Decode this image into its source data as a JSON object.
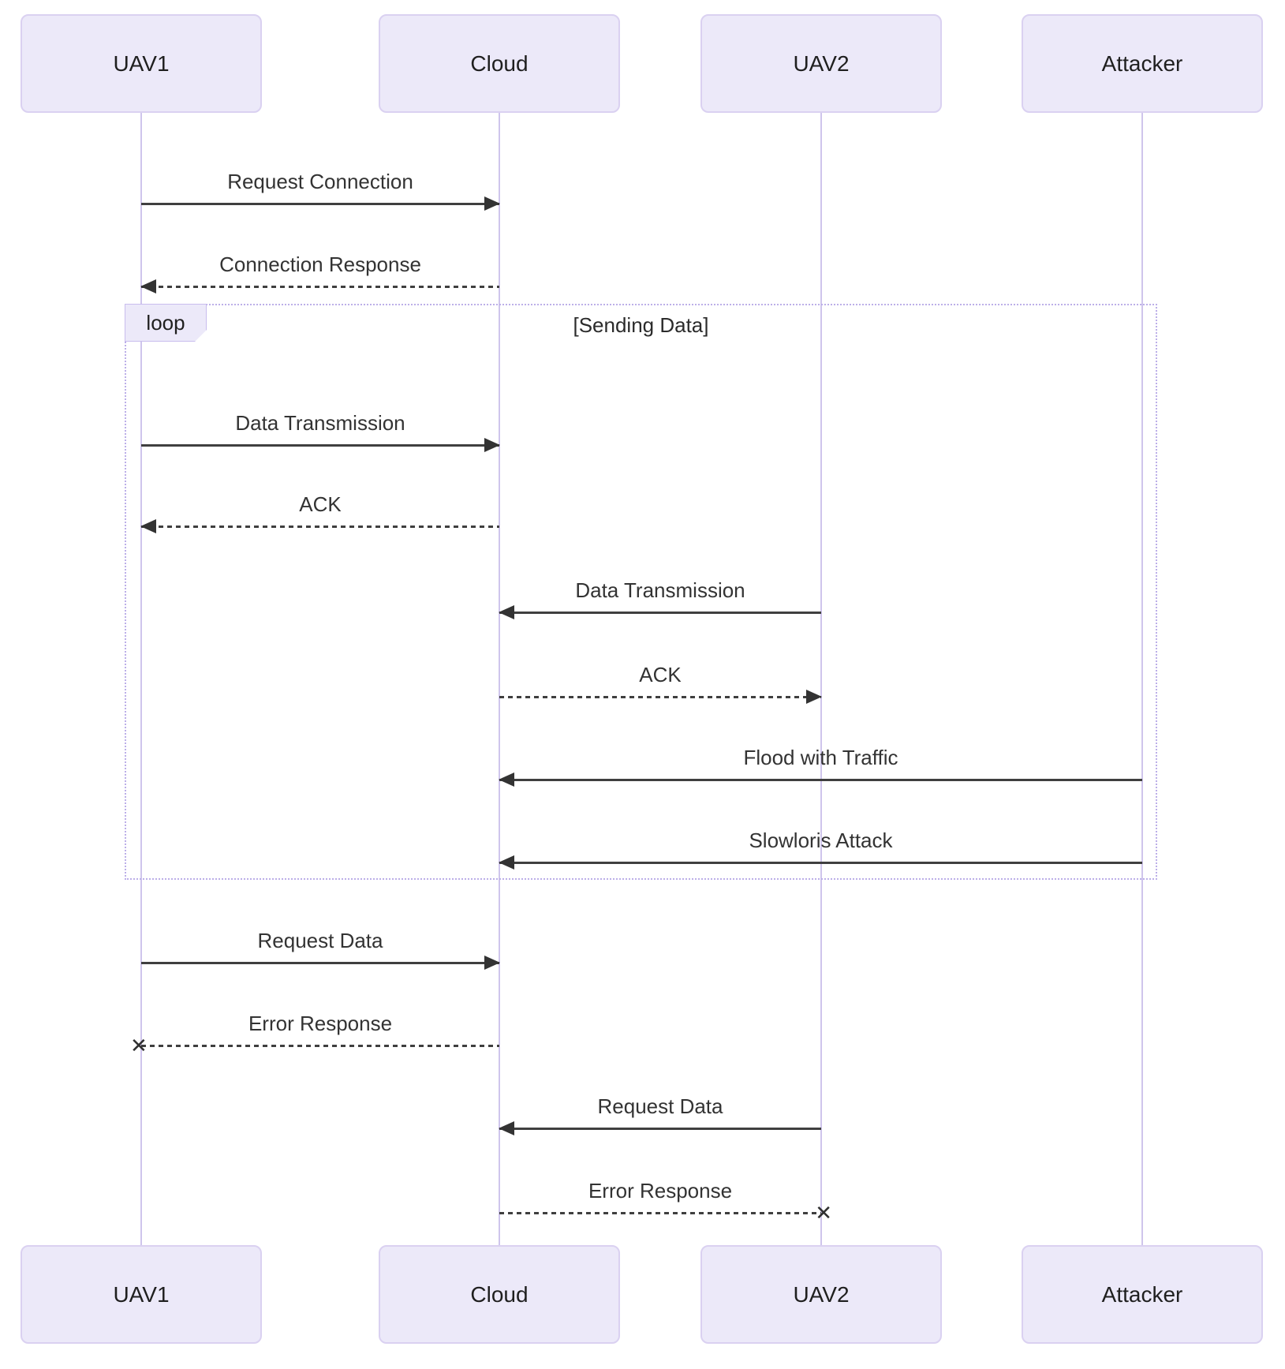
{
  "diagram": {
    "type": "sequence",
    "actors": [
      {
        "name": "UAV1"
      },
      {
        "name": "Cloud"
      },
      {
        "name": "UAV2"
      },
      {
        "name": "Attacker"
      }
    ],
    "loop": {
      "label": "loop",
      "condition": "[Sending Data]"
    },
    "messages": [
      {
        "from": "UAV1",
        "to": "Cloud",
        "label": "Request Connection",
        "line": "solid",
        "end": "arrow"
      },
      {
        "from": "Cloud",
        "to": "UAV1",
        "label": "Connection Response",
        "line": "dashed",
        "end": "arrow"
      },
      {
        "from": "UAV1",
        "to": "Cloud",
        "label": "Data Transmission",
        "line": "solid",
        "end": "arrow",
        "in_loop": true
      },
      {
        "from": "Cloud",
        "to": "UAV1",
        "label": "ACK",
        "line": "dashed",
        "end": "arrow",
        "in_loop": true
      },
      {
        "from": "UAV2",
        "to": "Cloud",
        "label": "Data Transmission",
        "line": "solid",
        "end": "arrow",
        "in_loop": true
      },
      {
        "from": "Cloud",
        "to": "UAV2",
        "label": "ACK",
        "line": "dashed",
        "end": "arrow",
        "in_loop": true
      },
      {
        "from": "Attacker",
        "to": "Cloud",
        "label": "Flood with Traffic",
        "line": "solid",
        "end": "arrow",
        "in_loop": true
      },
      {
        "from": "Attacker",
        "to": "Cloud",
        "label": "Slowloris Attack",
        "line": "solid",
        "end": "arrow",
        "in_loop": true
      },
      {
        "from": "UAV1",
        "to": "Cloud",
        "label": "Request Data",
        "line": "solid",
        "end": "arrow"
      },
      {
        "from": "Cloud",
        "to": "UAV1",
        "label": "Error Response",
        "line": "dashed",
        "end": "cross"
      },
      {
        "from": "UAV2",
        "to": "Cloud",
        "label": "Request Data",
        "line": "solid",
        "end": "arrow"
      },
      {
        "from": "Cloud",
        "to": "UAV2",
        "label": "Error Response",
        "line": "dashed",
        "end": "cross"
      }
    ],
    "icons": {
      "arrowhead": "filled-triangle",
      "cross_marker": "✕"
    },
    "colors": {
      "background": "#FFFFFF",
      "actor_fill": "#ECE9F9",
      "actor_border": "#DAD1F1",
      "lifeline": "#CFC5EC",
      "loop_border": "#BCAFE8",
      "loop_label_fill": "#ECE9F9",
      "message_line": "#3F3F3F",
      "text": "#333333"
    }
  }
}
